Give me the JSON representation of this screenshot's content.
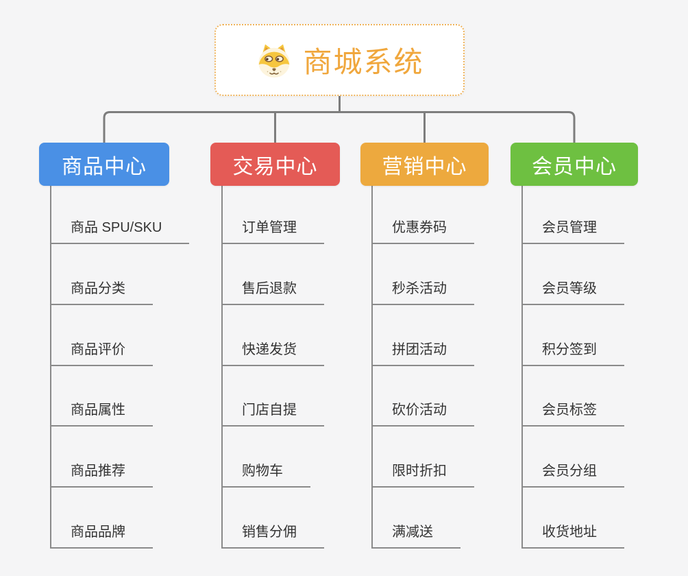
{
  "theme": {
    "background": "#f5f5f6",
    "connector_color": "#7d7d7d",
    "leaf_line_color": "#8a8a8a",
    "leaf_text_color": "#333333"
  },
  "tree": {
    "root": {
      "label": "商城系统",
      "icon": "dog-face-icon",
      "text_color": "#f0a73d",
      "border_color": "#efb35b",
      "background": "#ffffff"
    },
    "branches": [
      {
        "label": "商品中心",
        "color": "#4a90e5",
        "children": [
          "商品 SPU/SKU",
          "商品分类",
          "商品评价",
          "商品属性",
          "商品推荐",
          "商品品牌"
        ]
      },
      {
        "label": "交易中心",
        "color": "#e45b56",
        "children": [
          "订单管理",
          "售后退款",
          "快递发货",
          "门店自提",
          "购物车",
          "销售分佣"
        ]
      },
      {
        "label": "营销中心",
        "color": "#eda93e",
        "children": [
          "优惠券码",
          "秒杀活动",
          "拼团活动",
          "砍价活动",
          "限时折扣",
          "满减送"
        ]
      },
      {
        "label": "会员中心",
        "color": "#6ec041",
        "children": [
          "会员管理",
          "会员等级",
          "积分签到",
          "会员标签",
          "会员分组",
          "收货地址"
        ]
      }
    ]
  }
}
